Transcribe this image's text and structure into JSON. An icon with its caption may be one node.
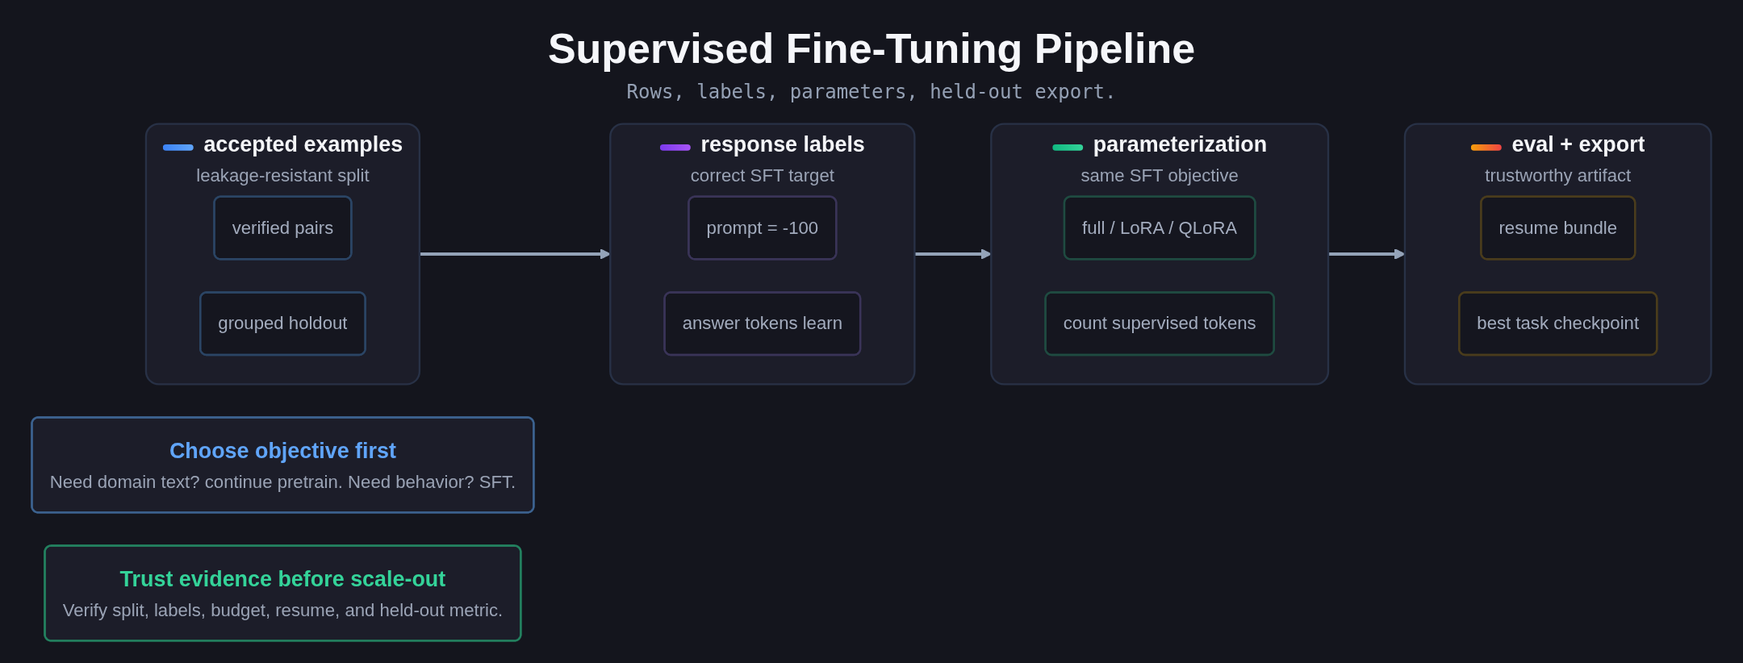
{
  "diagram": {
    "title": "Supervised Fine-Tuning Pipeline",
    "nodes": [
      {
        "text": [
          "accepted examples",
          "leakage-resistant split"
        ]
      },
      {
        "text": [
          "verified pairs"
        ],
        "in": 0
      },
      {
        "text": [
          "grouped holdout"
        ],
        "in": 0
      },
      {
        "text": [
          "response labels",
          "correct SFT target"
        ]
      },
      {
        "text": [
          "prompt = -100"
        ],
        "in": 3
      },
      {
        "text": [
          "answer tokens learn"
        ],
        "in": 3
      },
      {
        "text": [
          "parameterization",
          "same SFT objective"
        ]
      },
      {
        "text": [
          "full / LoRA / QLoRA"
        ],
        "in": 6
      },
      {
        "text": [
          "count supervised tokens"
        ],
        "in": 6
      },
      {
        "text": [
          "eval + export",
          "trustworthy artifact"
        ]
      },
      {
        "text": [
          "resume bundle"
        ],
        "in": 9
      },
      {
        "text": [
          "best task checkpoint"
        ],
        "in": 9
      },
      {
        "text": [
          "Choose objective first",
          "Need domain text? continue pretrain. Need behavior? SFT."
        ]
      },
      {
        "text": [
          "Trust evidence before scale-out",
          "Verify split, labels, budget, resume, and held-out metric."
        ]
      }
    ],
    "edges": [
      {
        "from": 0,
        "to": 3,
        "arrow": "to"
      },
      {
        "from": 3,
        "to": 6,
        "arrow": "to"
      },
      {
        "from": 6,
        "to": 9,
        "arrow": "to"
      }
    ],
    "labels": [
      "Rows, labels, parameters, held-out export."
    ]
  }
}
